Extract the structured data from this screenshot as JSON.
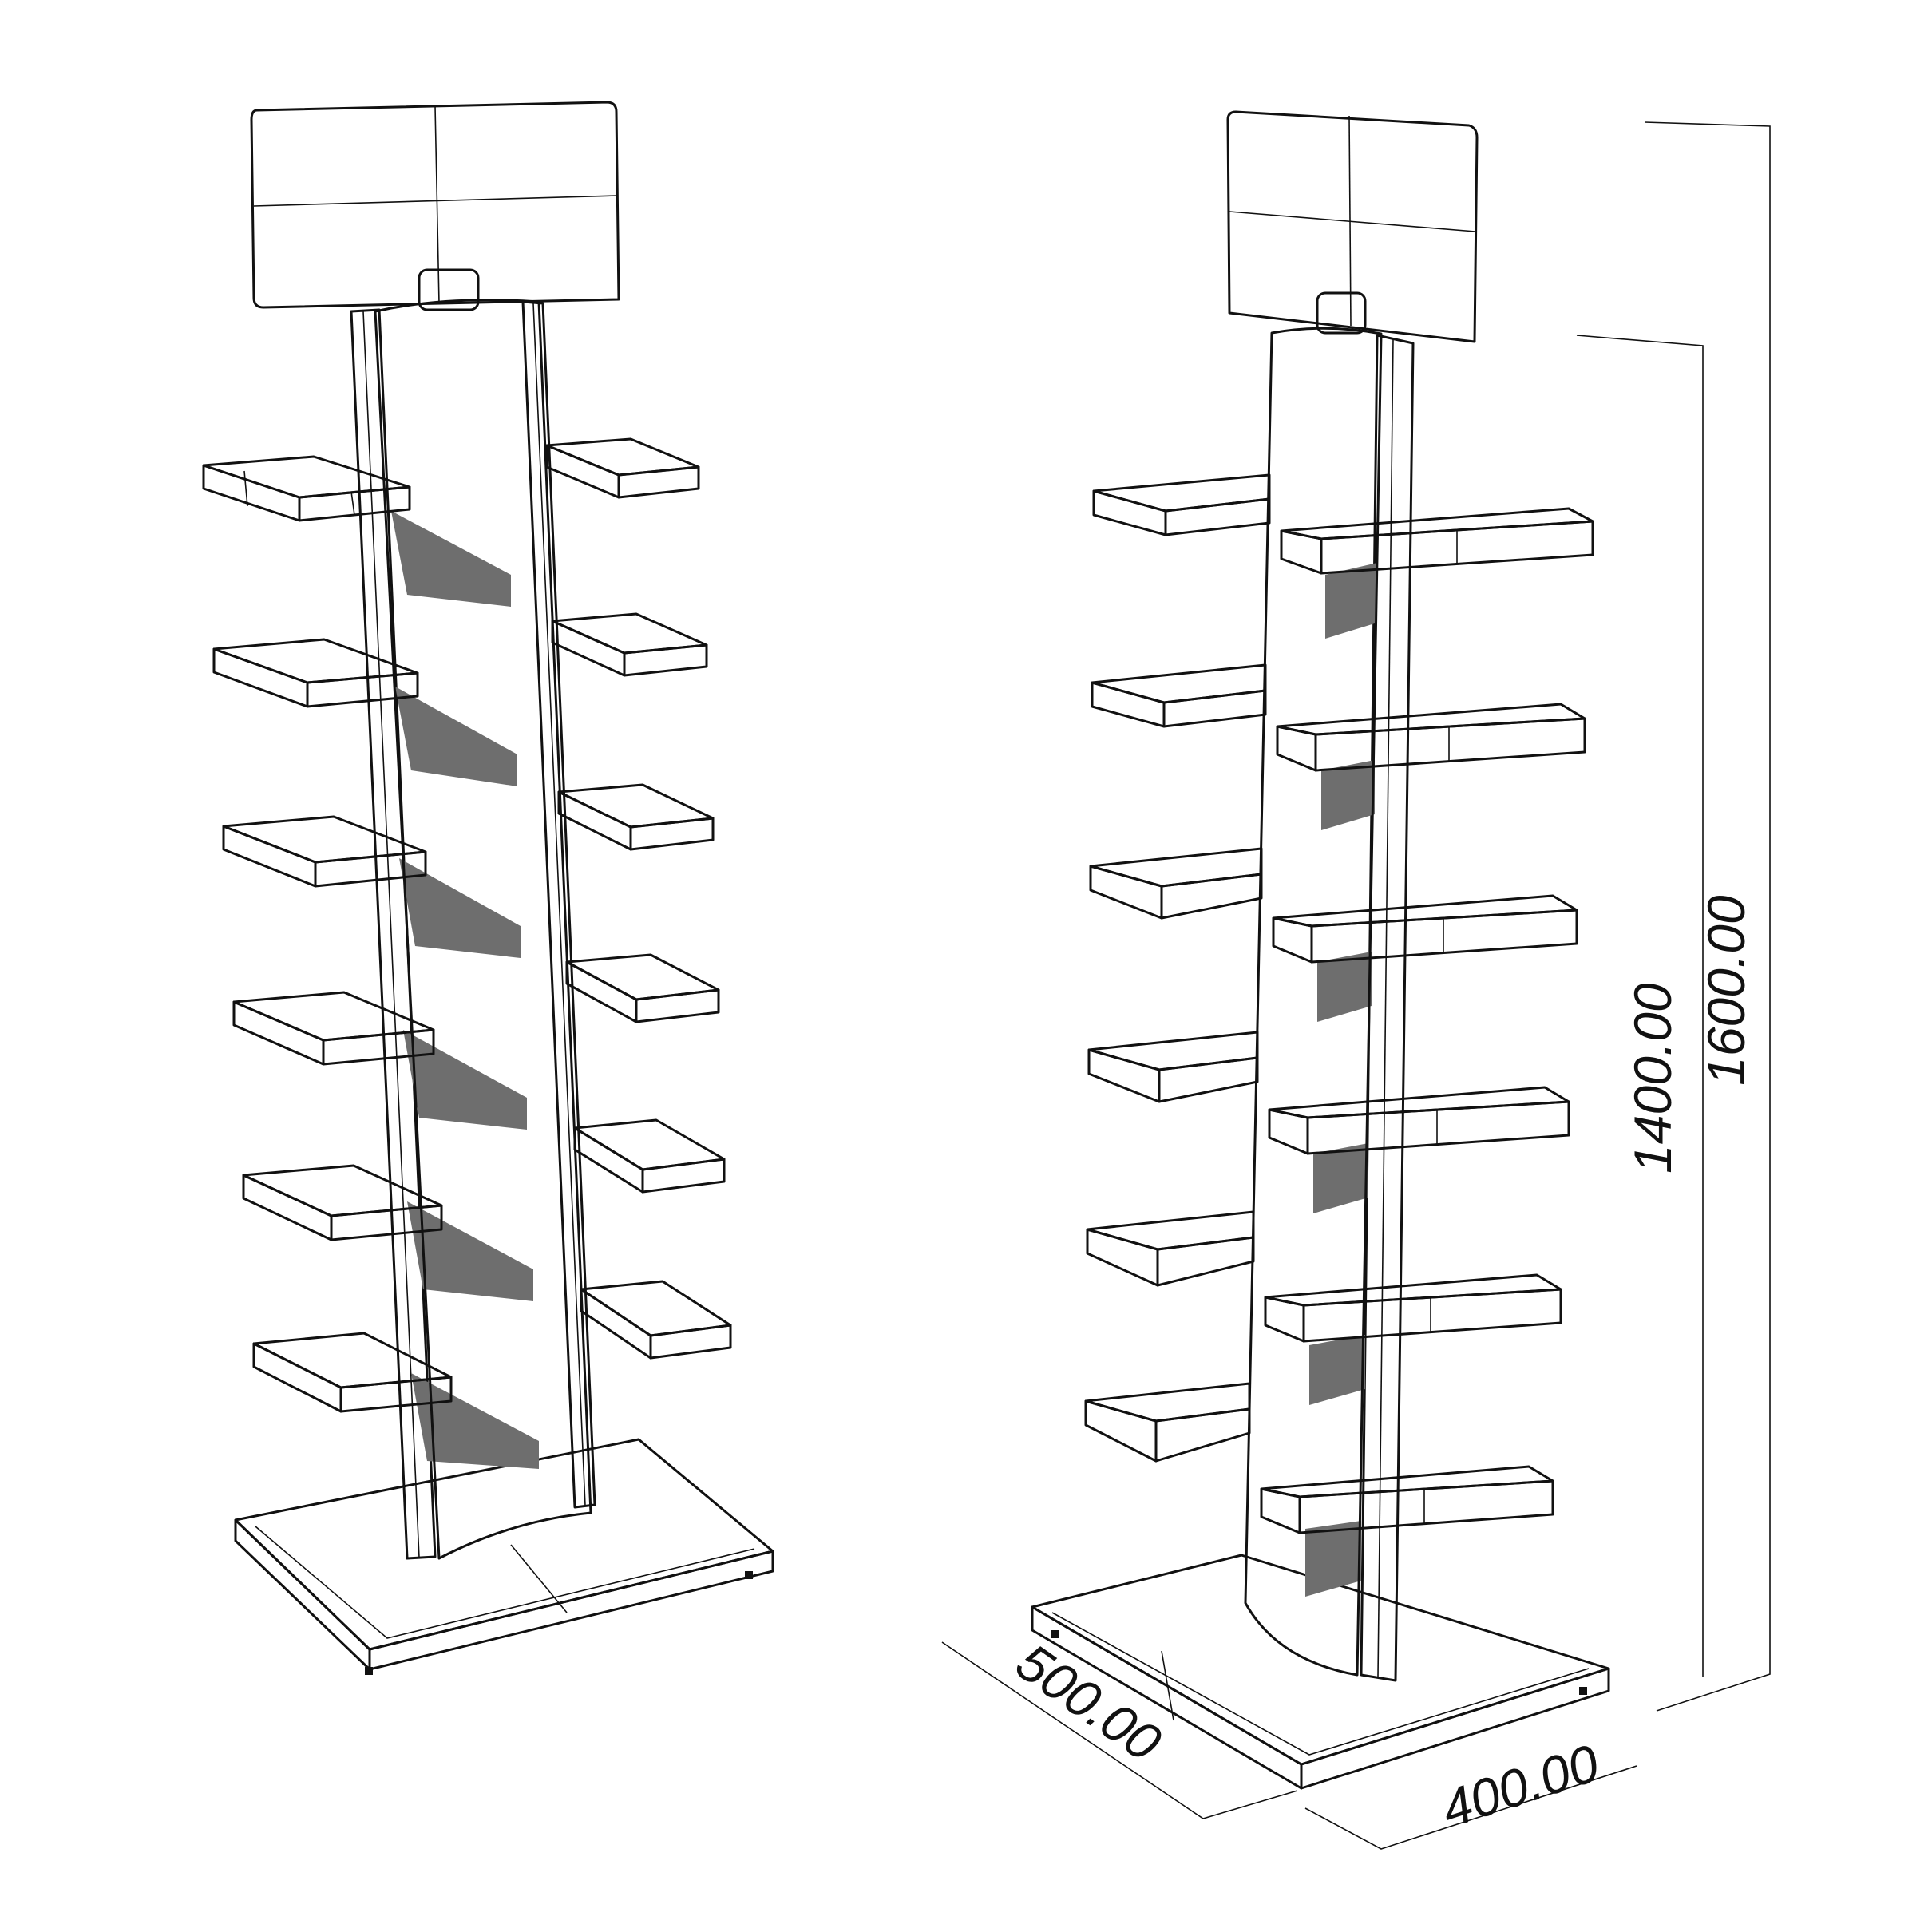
{
  "dimensions": {
    "depth": "500.00",
    "width": "400.00",
    "shelf_height": "1400.00",
    "total_height": "1600.00"
  },
  "colors": {
    "line": "#111111",
    "panel": "#ececec",
    "shadow": "#6e6e6e",
    "column": "#f2f2f2"
  }
}
